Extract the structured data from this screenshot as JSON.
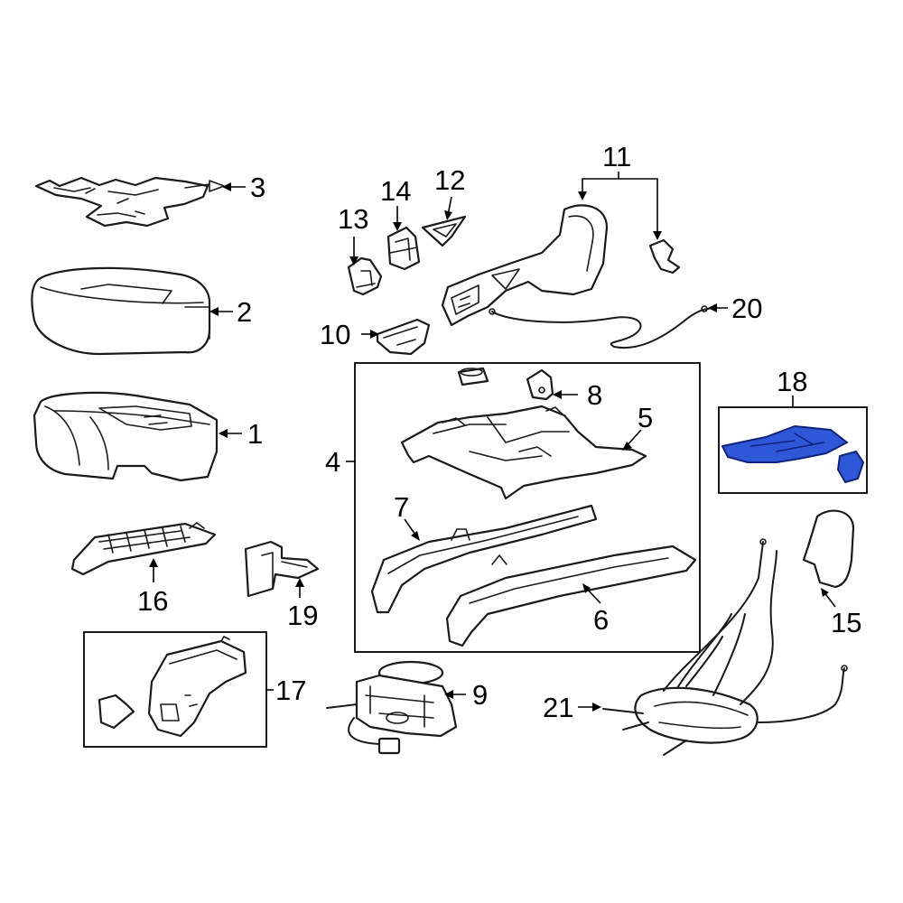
{
  "callouts": {
    "c1": "1",
    "c2": "2",
    "c3": "3",
    "c4": "4",
    "c5": "5",
    "c6": "6",
    "c7": "7",
    "c8": "8",
    "c9": "9",
    "c10": "10",
    "c11": "11",
    "c12": "12",
    "c13": "13",
    "c14": "14",
    "c15": "15",
    "c16": "16",
    "c17": "17",
    "c18": "18",
    "c19": "19",
    "c20": "20",
    "c21": "21"
  },
  "colors": {
    "line": "#1a1a1a",
    "highlight_fill": "#2f58d8",
    "highlight_stroke": "#10237a",
    "background": "#ffffff"
  },
  "highlighted_part": "18"
}
